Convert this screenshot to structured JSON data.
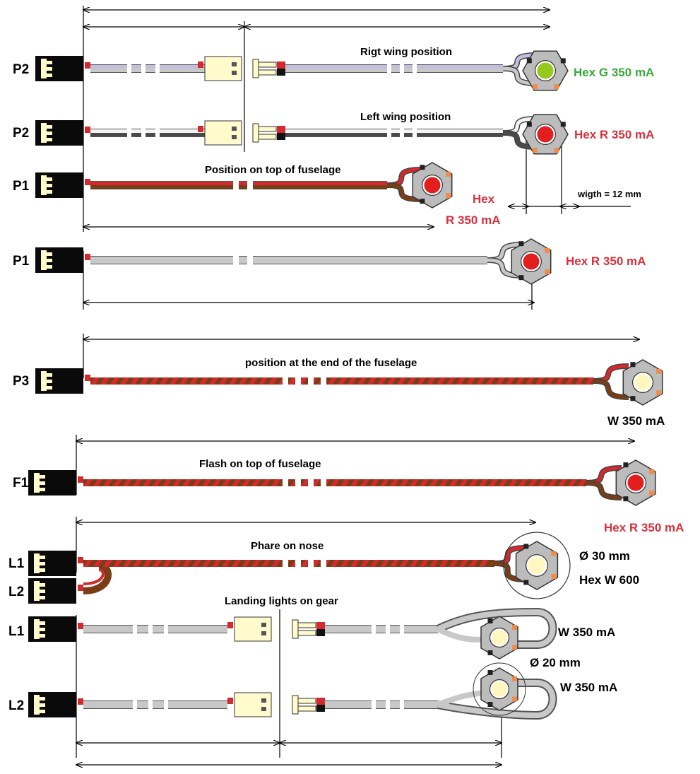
{
  "colors": {
    "red_label": "#d8303c",
    "green_label": "#3aa83a",
    "wire_red": "#d22a2e",
    "wire_brown": "#7a3d15",
    "wire_grey": "#c8c8c8",
    "wire_dark": "#4a4a4a",
    "wire_white": "#f4f4f4",
    "wire_lilac": "#c4bedd",
    "connector_body": "#fffbcc",
    "led_board": "#bcbcbc",
    "led_red": "#e21e1e",
    "led_green": "#96c81e",
    "led_white": "#fff7bf",
    "pad_orange": "#ef8c4a"
  },
  "rows": [
    {
      "port": "P2",
      "caption": "Rigt wing position",
      "spec": "Hex G 350 mA",
      "led": "green"
    },
    {
      "port": "P2",
      "caption": "Left wing position",
      "spec": "Hex R 350 mA",
      "led": "red"
    },
    {
      "port": "P1",
      "caption": "Position on top of fuselage",
      "spec_line1": "Hex",
      "spec_line2": "R 350 mA",
      "led": "red"
    },
    {
      "port": "P1",
      "caption": "",
      "spec": "Hex R 350 mA",
      "led": "red"
    },
    {
      "port": "P3",
      "caption": "position at the end of the fuselage",
      "spec": "W 350 mA",
      "led": "white"
    },
    {
      "port": "F1",
      "caption": "Flash on top of fuselage",
      "spec": "Hex R 350 mA",
      "led": "red"
    },
    {
      "port": "L1",
      "port2": "L2",
      "caption": "Phare on nose",
      "spec_line1": "Ø 30 mm",
      "spec_line2": "Hex W 600",
      "led": "white"
    },
    {
      "port": "L1",
      "caption": "Landing lights  on gear",
      "spec": "W 350 mA",
      "led": "white"
    },
    {
      "port": "L2",
      "caption": "",
      "spec": "W 350 mA",
      "led": "white"
    }
  ],
  "annotations": {
    "width_label": "wigth = 12 mm",
    "diameter_20": "Ø 20 mm"
  }
}
